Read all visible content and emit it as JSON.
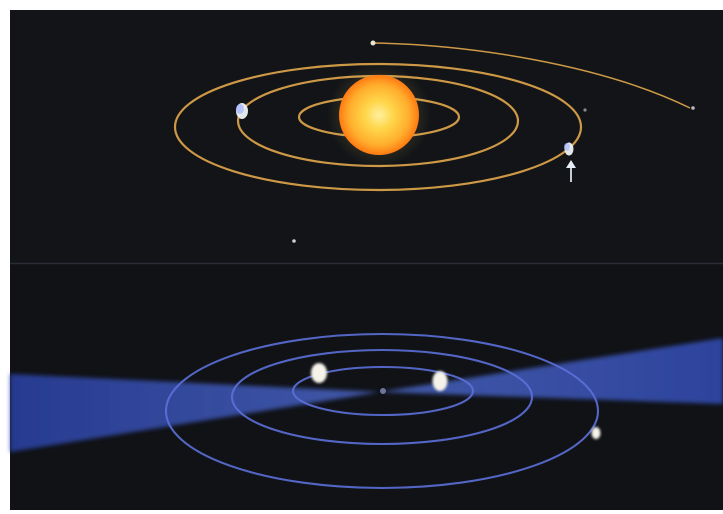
{
  "image": {
    "description_type": "astronomy illustration",
    "top_panel": {
      "star": "sun",
      "orbits": [
        "inner-orbit",
        "middle-orbit",
        "outer-orbit"
      ],
      "objects": [
        "planet-left",
        "planet-right",
        "arrow-marker"
      ],
      "trail": "comet-trail",
      "colors": {
        "background": "#121417",
        "orbit": "#d8a04a",
        "sun_core": "#ffd64a",
        "sun_edge": "#ff8a17"
      }
    },
    "bottom_panel": {
      "beam": "blue-beam",
      "orbits": [
        "inner-blue-orbit",
        "middle-blue-orbit",
        "outer-blue-orbit"
      ],
      "objects": [
        "moon-left",
        "moon-right",
        "moon-small"
      ],
      "colors": {
        "background": "#101216",
        "beam": "#3d5bc8",
        "orbit": "#5c70d8"
      }
    }
  }
}
